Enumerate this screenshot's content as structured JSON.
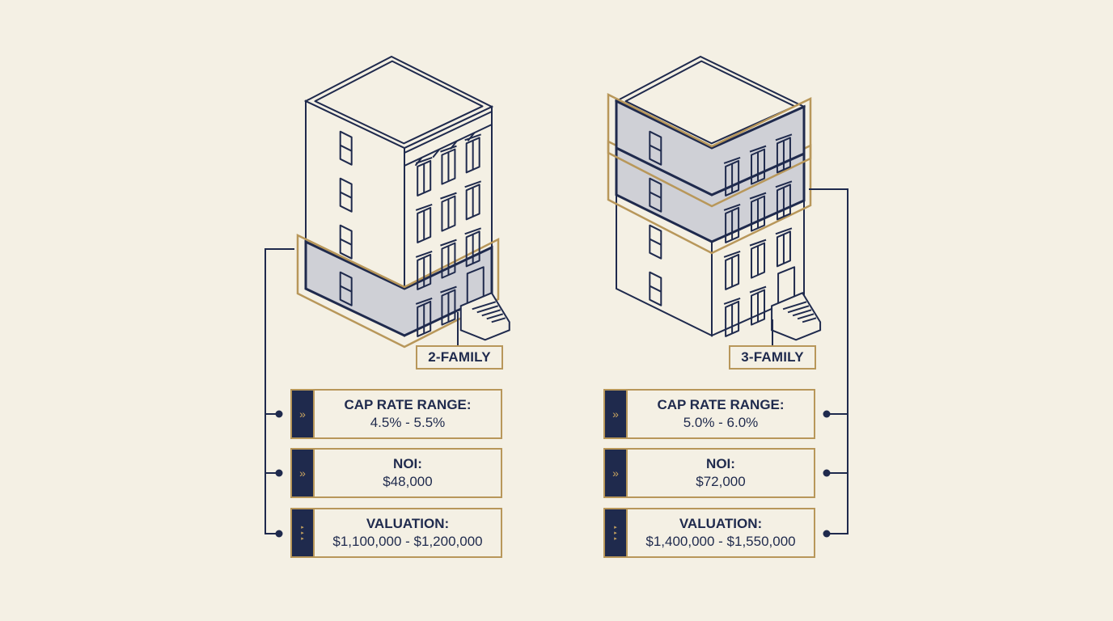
{
  "colors": {
    "background": "#f4f0e4",
    "navy": "#1f2a4d",
    "gold": "#b8975a",
    "highlight": "#cfd0d6"
  },
  "buildings": [
    {
      "tag": "2-FAMILY",
      "stories": 4,
      "highlighted_floors": [
        1
      ],
      "metrics": [
        {
          "label": "CAP RATE RANGE:",
          "value": "4.5% - 5.5%",
          "icon": "chevron-right-icon"
        },
        {
          "label": "NOI:",
          "value": "$48,000",
          "icon": "chevron-right-icon"
        },
        {
          "label": "VALUATION:",
          "value": "$1,100,000 - $1,200,000",
          "icon": "arrow-markers-icon"
        }
      ]
    },
    {
      "tag": "3-FAMILY",
      "stories": 4,
      "highlighted_floors": [
        3,
        4
      ],
      "metrics": [
        {
          "label": "CAP RATE RANGE:",
          "value": "5.0% - 6.0%",
          "icon": "chevron-right-icon"
        },
        {
          "label": "NOI:",
          "value": "$72,000",
          "icon": "chevron-right-icon"
        },
        {
          "label": "VALUATION:",
          "value": "$1,400,000 - $1,550,000",
          "icon": "arrow-markers-icon"
        }
      ]
    }
  ]
}
